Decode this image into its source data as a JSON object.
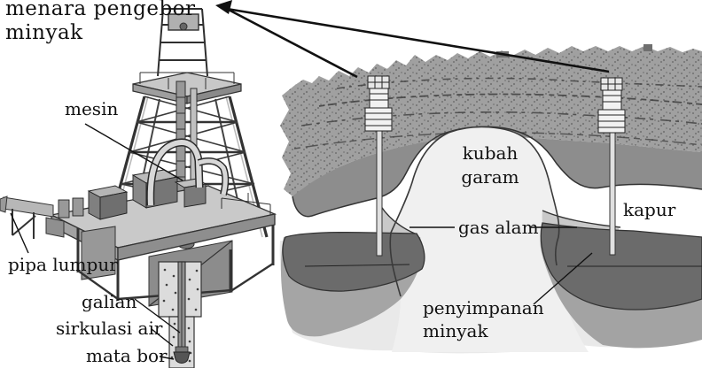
{
  "diagram": {
    "labels": {
      "menara_line1": "menara pengebor",
      "menara_line2": "minyak",
      "mesin": "mesin",
      "pipa_lumpur": "pipa lumpur",
      "galian": "galian",
      "sirkulasi_air": "sirkulasi air",
      "mata_bor": "mata bor",
      "kubah_line1": "kubah",
      "kubah_line2": "garam",
      "gas_alam": "gas alam",
      "kapur": "kapur",
      "penyimpanan_line1": "penyimpanan",
      "penyimpanan_line2": "minyak"
    },
    "colors": {
      "background": "#ffffff",
      "text": "#111111",
      "leader_line": "#111111",
      "terrain_top": "#a0a0a0",
      "terrain_band": "#8d8d8d",
      "salt_dome": "#f0f0f0",
      "gas": "#c9c9c9",
      "oil": "#6b6b6b",
      "under_oil": "#a5a5a5",
      "bottom_layer": "#e9e9e9",
      "derrick_metal": "#c8c8c8"
    }
  }
}
